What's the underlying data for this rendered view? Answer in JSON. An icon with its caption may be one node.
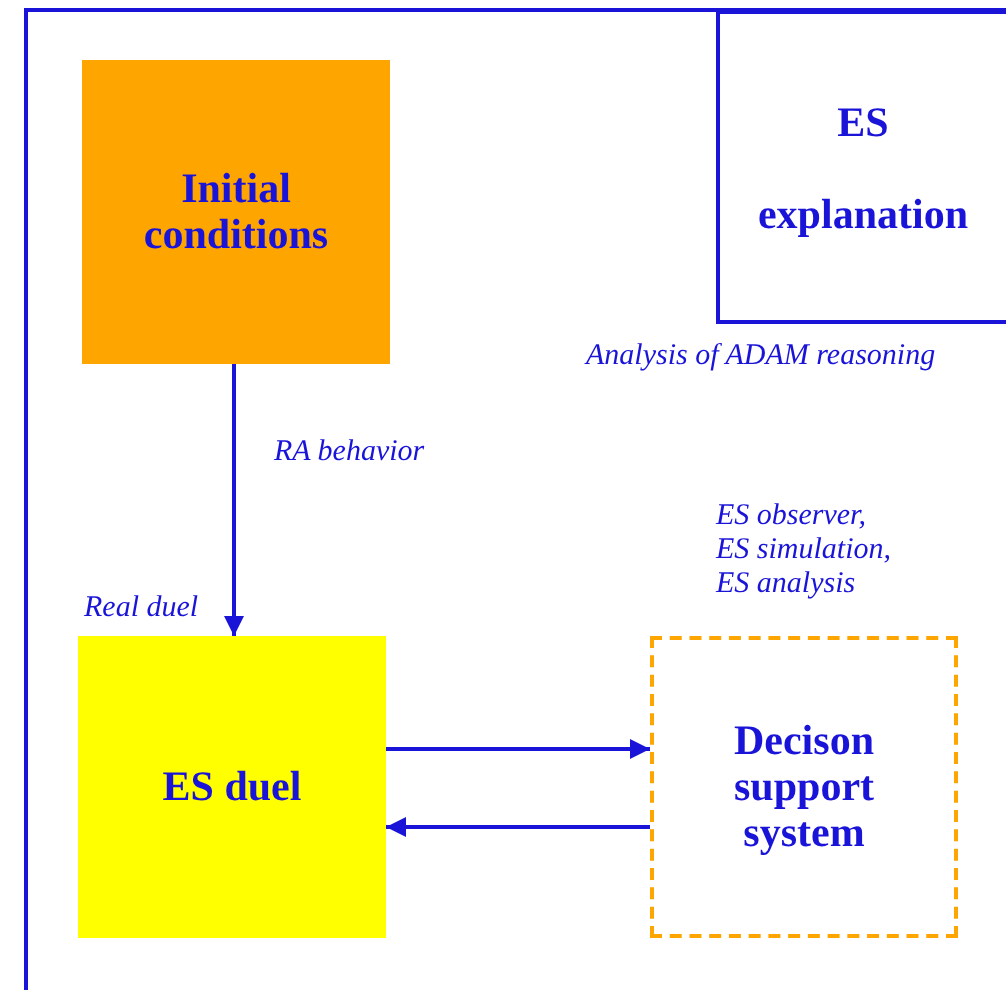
{
  "diagram": {
    "nodes": [
      {
        "text": [
          "Initial conditions"
        ]
      },
      {
        "text": [
          "ES explanation"
        ],
        "beside": [
          "Analysis of ADAM reasoning"
        ]
      },
      {
        "text": [
          "ES duel"
        ],
        "beside": [
          "Real duel"
        ]
      },
      {
        "text": [
          "Decison support system"
        ],
        "beside": [
          "ES observer, ES simulation, ES analysis"
        ]
      }
    ],
    "edges": [
      {
        "from": 0,
        "to": 2,
        "arrow": "to",
        "label": "RA behavior"
      },
      {
        "from": 2,
        "to": 3,
        "arrow": "to"
      },
      {
        "from": 3,
        "to": 2,
        "arrow": "to"
      }
    ]
  }
}
